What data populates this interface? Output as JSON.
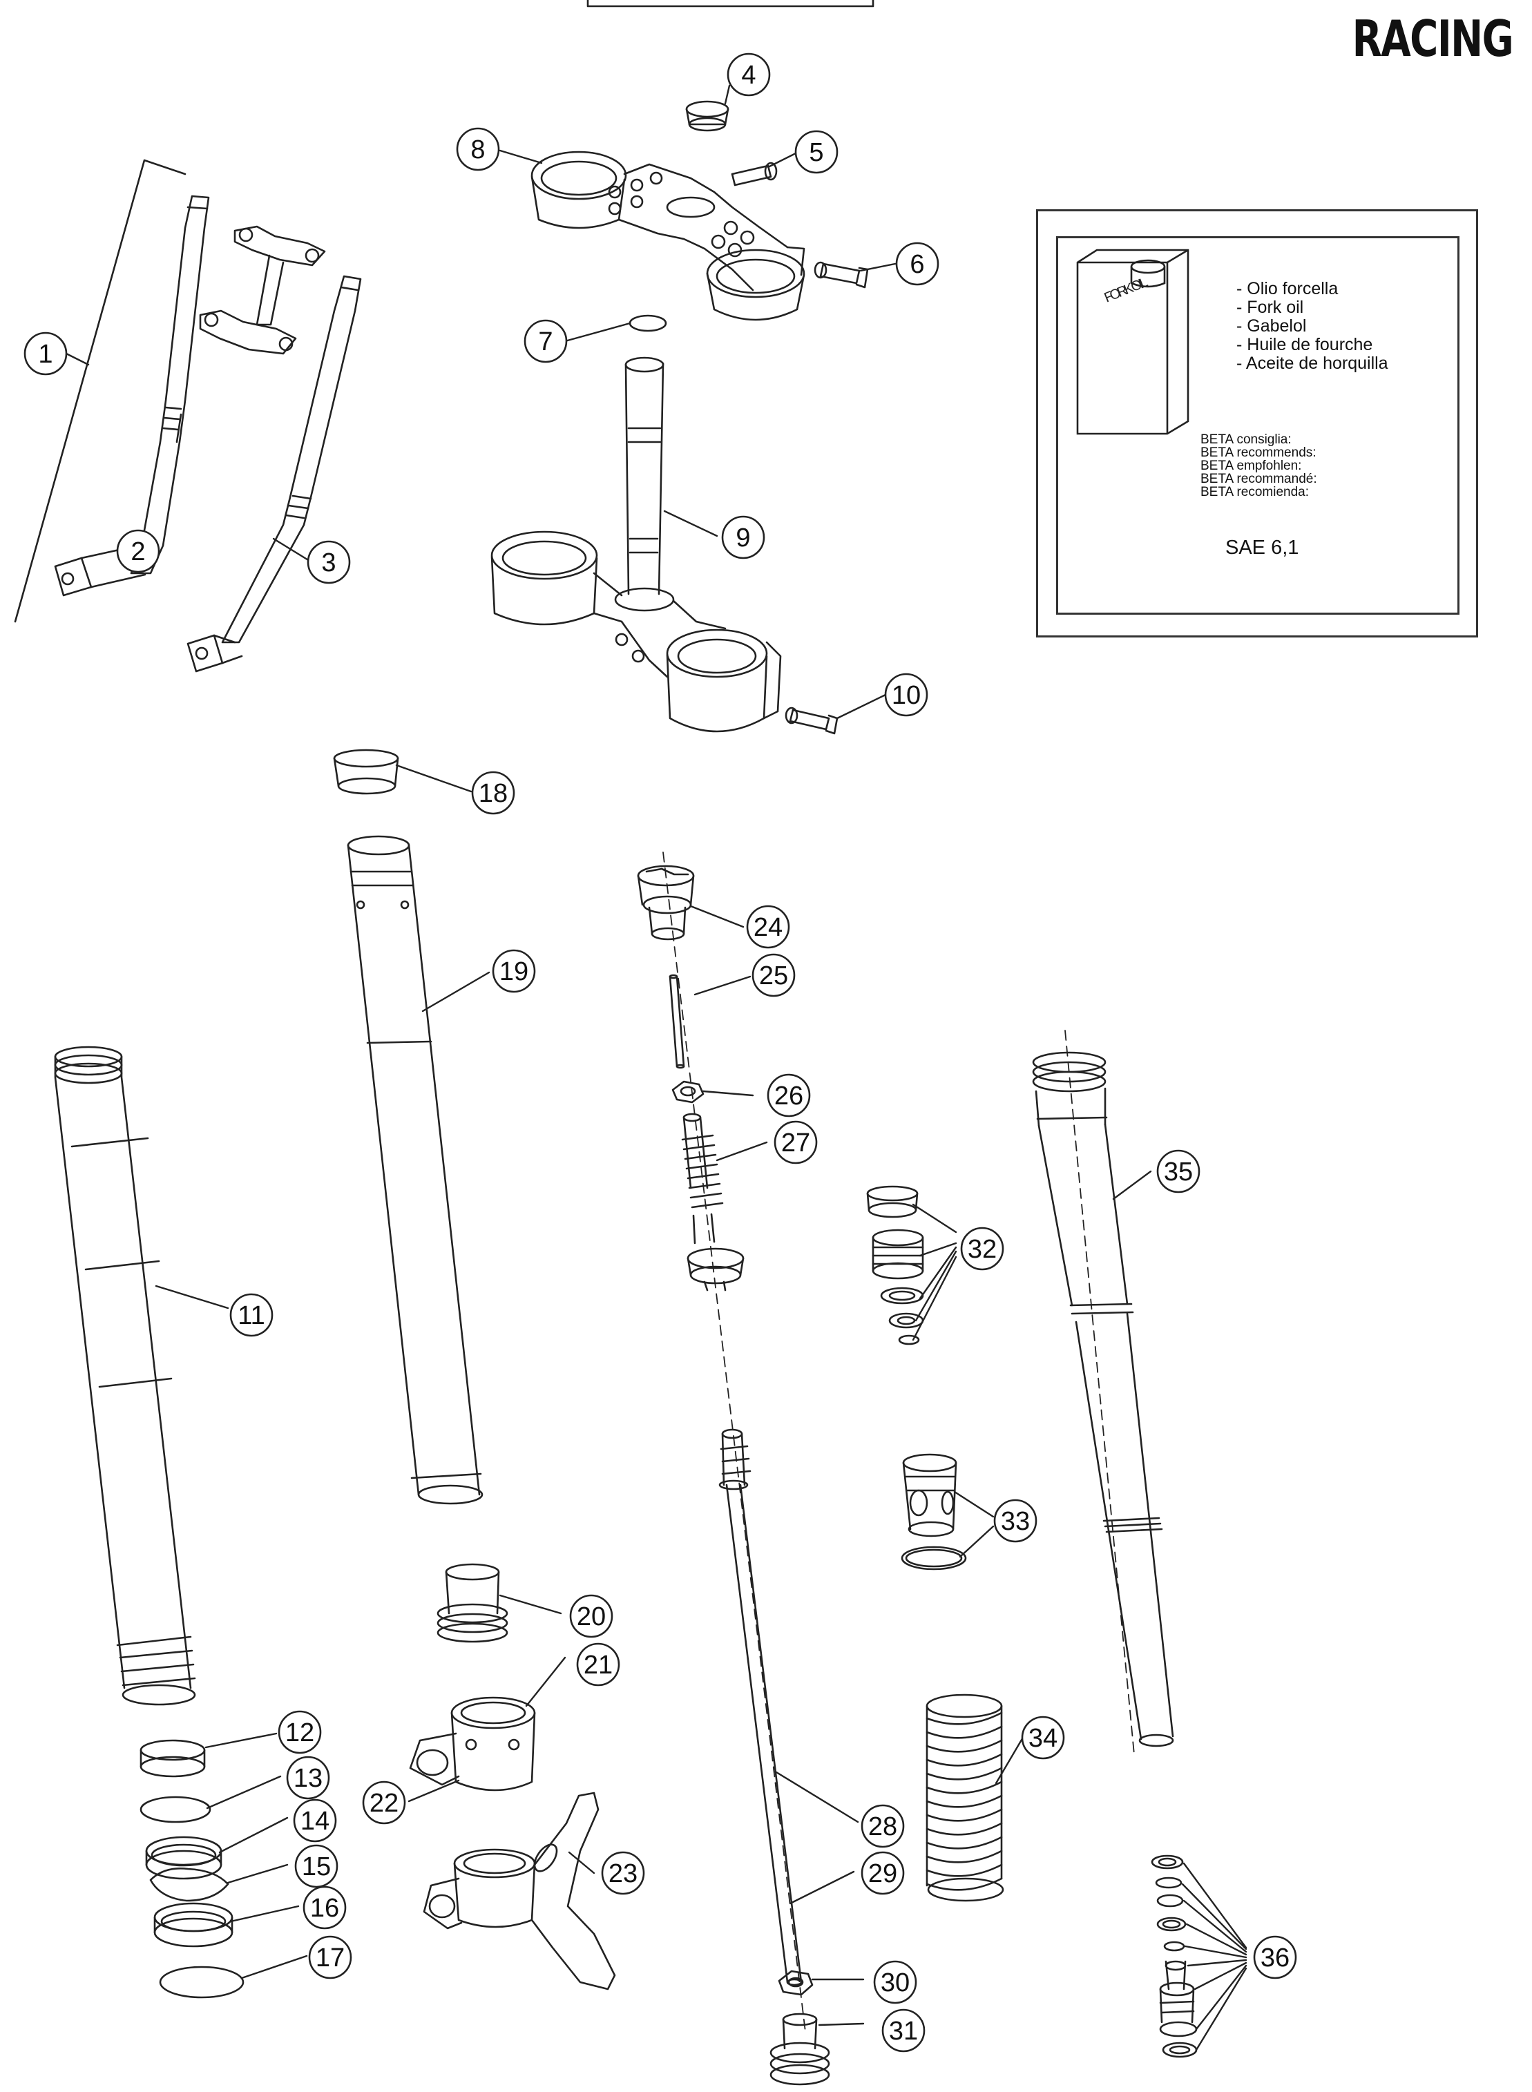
{
  "title": "RACING",
  "oil_box": {
    "can_label": "FORK OIL",
    "names": [
      "- Olio forcella",
      "- Fork oil",
      "- Gabelol",
      "- Huile de fourche",
      "- Aceite de horquilla"
    ],
    "recommends": [
      "BETA consiglia:",
      "BETA recommends:",
      "BETA empfohlen:",
      "BETA recommandé:",
      "BETA recomienda:"
    ],
    "spec": "SAE 6,1"
  },
  "callouts": [
    "1",
    "2",
    "3",
    "4",
    "5",
    "6",
    "7",
    "8",
    "9",
    "10",
    "11",
    "12",
    "13",
    "14",
    "15",
    "16",
    "17",
    "18",
    "19",
    "20",
    "21",
    "22",
    "23",
    "24",
    "25",
    "26",
    "27",
    "28",
    "29",
    "30",
    "31",
    "32",
    "33",
    "34",
    "35",
    "36"
  ]
}
